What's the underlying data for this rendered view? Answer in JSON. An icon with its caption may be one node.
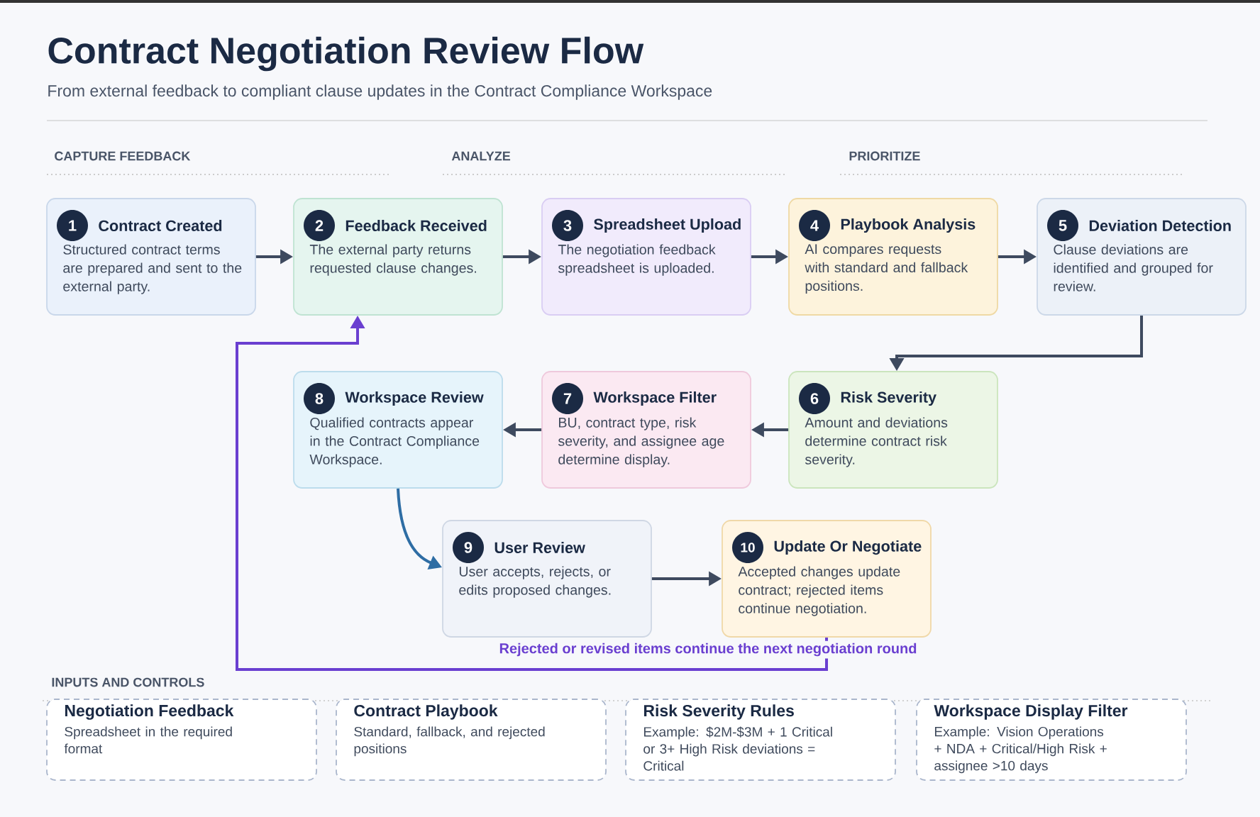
{
  "diagram": {
    "title": "Contract Negotiation Review Flow",
    "nodes": [
      {
        "text": [
          "1",
          "Contract Created",
          "Structured contract terms are prepared and sent to the external party."
        ]
      },
      {
        "text": [
          "2",
          "Feedback Received",
          "The external party returns requested clause changes."
        ]
      },
      {
        "text": [
          "3",
          "Spreadsheet Upload",
          "The negotiation feedback spreadsheet is uploaded."
        ]
      },
      {
        "text": [
          "4",
          "Playbook Analysis",
          "AI compares requests with standard and fallback positions."
        ]
      },
      {
        "text": [
          "5",
          "Deviation Detection",
          "Clause deviations are identified and grouped for review."
        ]
      },
      {
        "text": [
          "6",
          "Risk Severity",
          "Amount and deviations determine contract risk severity."
        ]
      },
      {
        "text": [
          "7",
          "Workspace Filter",
          "BU, contract type, risk severity, and assignee age determine display."
        ]
      },
      {
        "text": [
          "8",
          "Workspace Review",
          "Qualified contracts appear in the Contract Compliance Workspace."
        ]
      },
      {
        "text": [
          "9",
          "User Review",
          "User accepts, rejects, or edits proposed changes."
        ]
      },
      {
        "text": [
          "10",
          "Update Or Negotiate",
          "Accepted changes update contract; rejected items continue negotiation."
        ]
      },
      {
        "text": [
          "Negotiation Feedback",
          "Spreadsheet in the required format"
        ]
      },
      {
        "text": [
          "Contract Playbook",
          "Standard, fallback, and rejected positions"
        ]
      },
      {
        "text": [
          "Risk Severity Rules",
          "Example: $2M-$3M + 1 Critical or 3+ High Risk deviations = Critical"
        ]
      },
      {
        "text": [
          "Workspace Display Filter",
          "Example: Vision Operations + NDA + Critical/High Risk + assignee >10 days"
        ]
      }
    ],
    "edges": [
      {
        "from": 0,
        "to": 1,
        "arrow": "to"
      },
      {
        "from": 1,
        "to": 2,
        "arrow": "to"
      },
      {
        "from": 2,
        "to": 3,
        "arrow": "to"
      },
      {
        "from": 3,
        "to": 4,
        "arrow": "to"
      },
      {
        "from": 4,
        "to": 5,
        "arrow": "to"
      },
      {
        "from": 5,
        "to": 6,
        "arrow": "to"
      },
      {
        "from": 6,
        "to": 7,
        "arrow": "to"
      },
      {
        "from": 7,
        "to": 8,
        "arrow": "to",
        "color": "#2e6da4"
      },
      {
        "from": 8,
        "to": 9,
        "arrow": "to"
      },
      {
        "from": 9,
        "to": 1,
        "arrow": "to",
        "label": "Rejected or revised items continue the next negotiation round",
        "color": "#6a3fd0"
      }
    ],
    "labels": [
      "From external feedback to compliant clause updates in the Contract Compliance Workspace",
      "CAPTURE FEEDBACK",
      "ANALYZE",
      "PRIORITIZE",
      "INPUTS AND CONTROLS"
    ]
  }
}
